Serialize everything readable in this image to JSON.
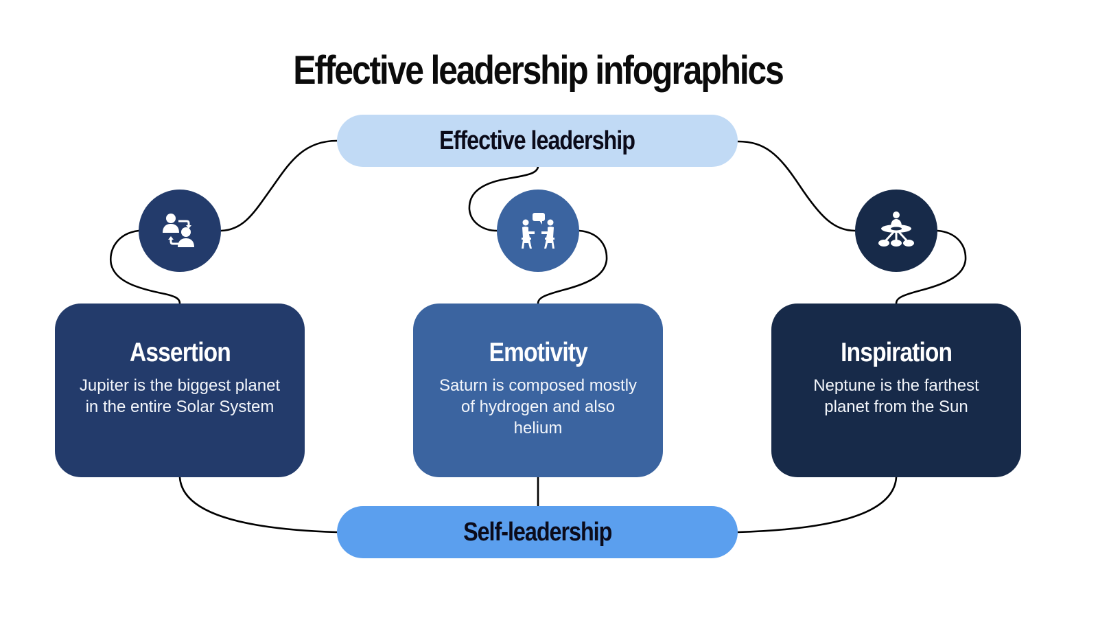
{
  "title": "Effective leadership infographics",
  "top_pill": {
    "label": "Effective leadership",
    "color": "#c1daf5"
  },
  "bottom_pill": {
    "label": "Self-leadership",
    "color": "#5b9fee"
  },
  "items": [
    {
      "title": "Assertion",
      "description": "Jupiter is the biggest planet in the entire Solar System",
      "icon": "people-exchange-icon",
      "color": "#233b6b"
    },
    {
      "title": "Emotivity",
      "description": "Saturn is composed mostly of hydrogen and also helium",
      "icon": "conversation-chairs-icon",
      "color": "#3b64a0"
    },
    {
      "title": "Inspiration",
      "description": "Neptune is the farthest planet from the Sun",
      "icon": "leader-network-icon",
      "color": "#172a49"
    }
  ],
  "connector_color": "#000000"
}
